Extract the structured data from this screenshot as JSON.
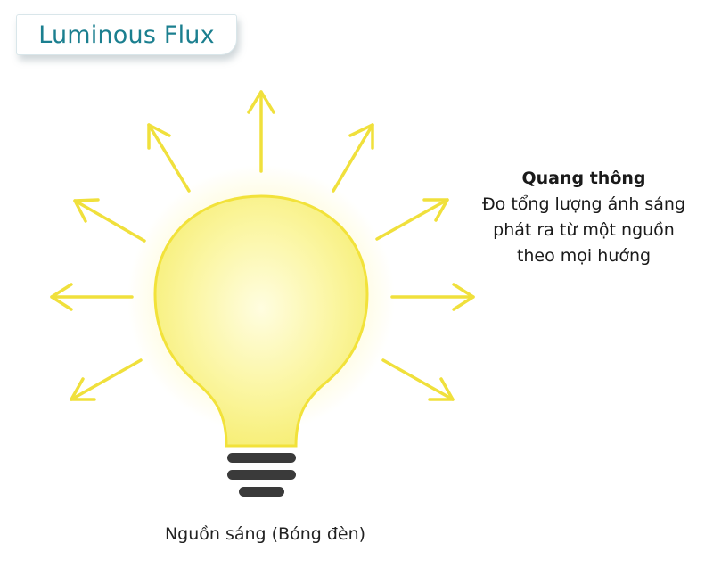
{
  "title": "Luminous Flux",
  "description": {
    "heading": "Quang thông",
    "lines": [
      "Đo tổng lượng ánh sáng",
      "phát ra từ một nguồn",
      "theo mọi hướng"
    ]
  },
  "caption": "Nguồn sáng (Bóng đèn)",
  "colors": {
    "title_text": "#1b7f8f",
    "bulb_fill": "#fbf6a3",
    "bulb_outline": "#f2e23a",
    "rays": "#f0e03c",
    "bulb_base": "#3a3a3a"
  },
  "icons": {
    "bulb": "light-bulb-icon",
    "rays": "arrow-icon"
  }
}
